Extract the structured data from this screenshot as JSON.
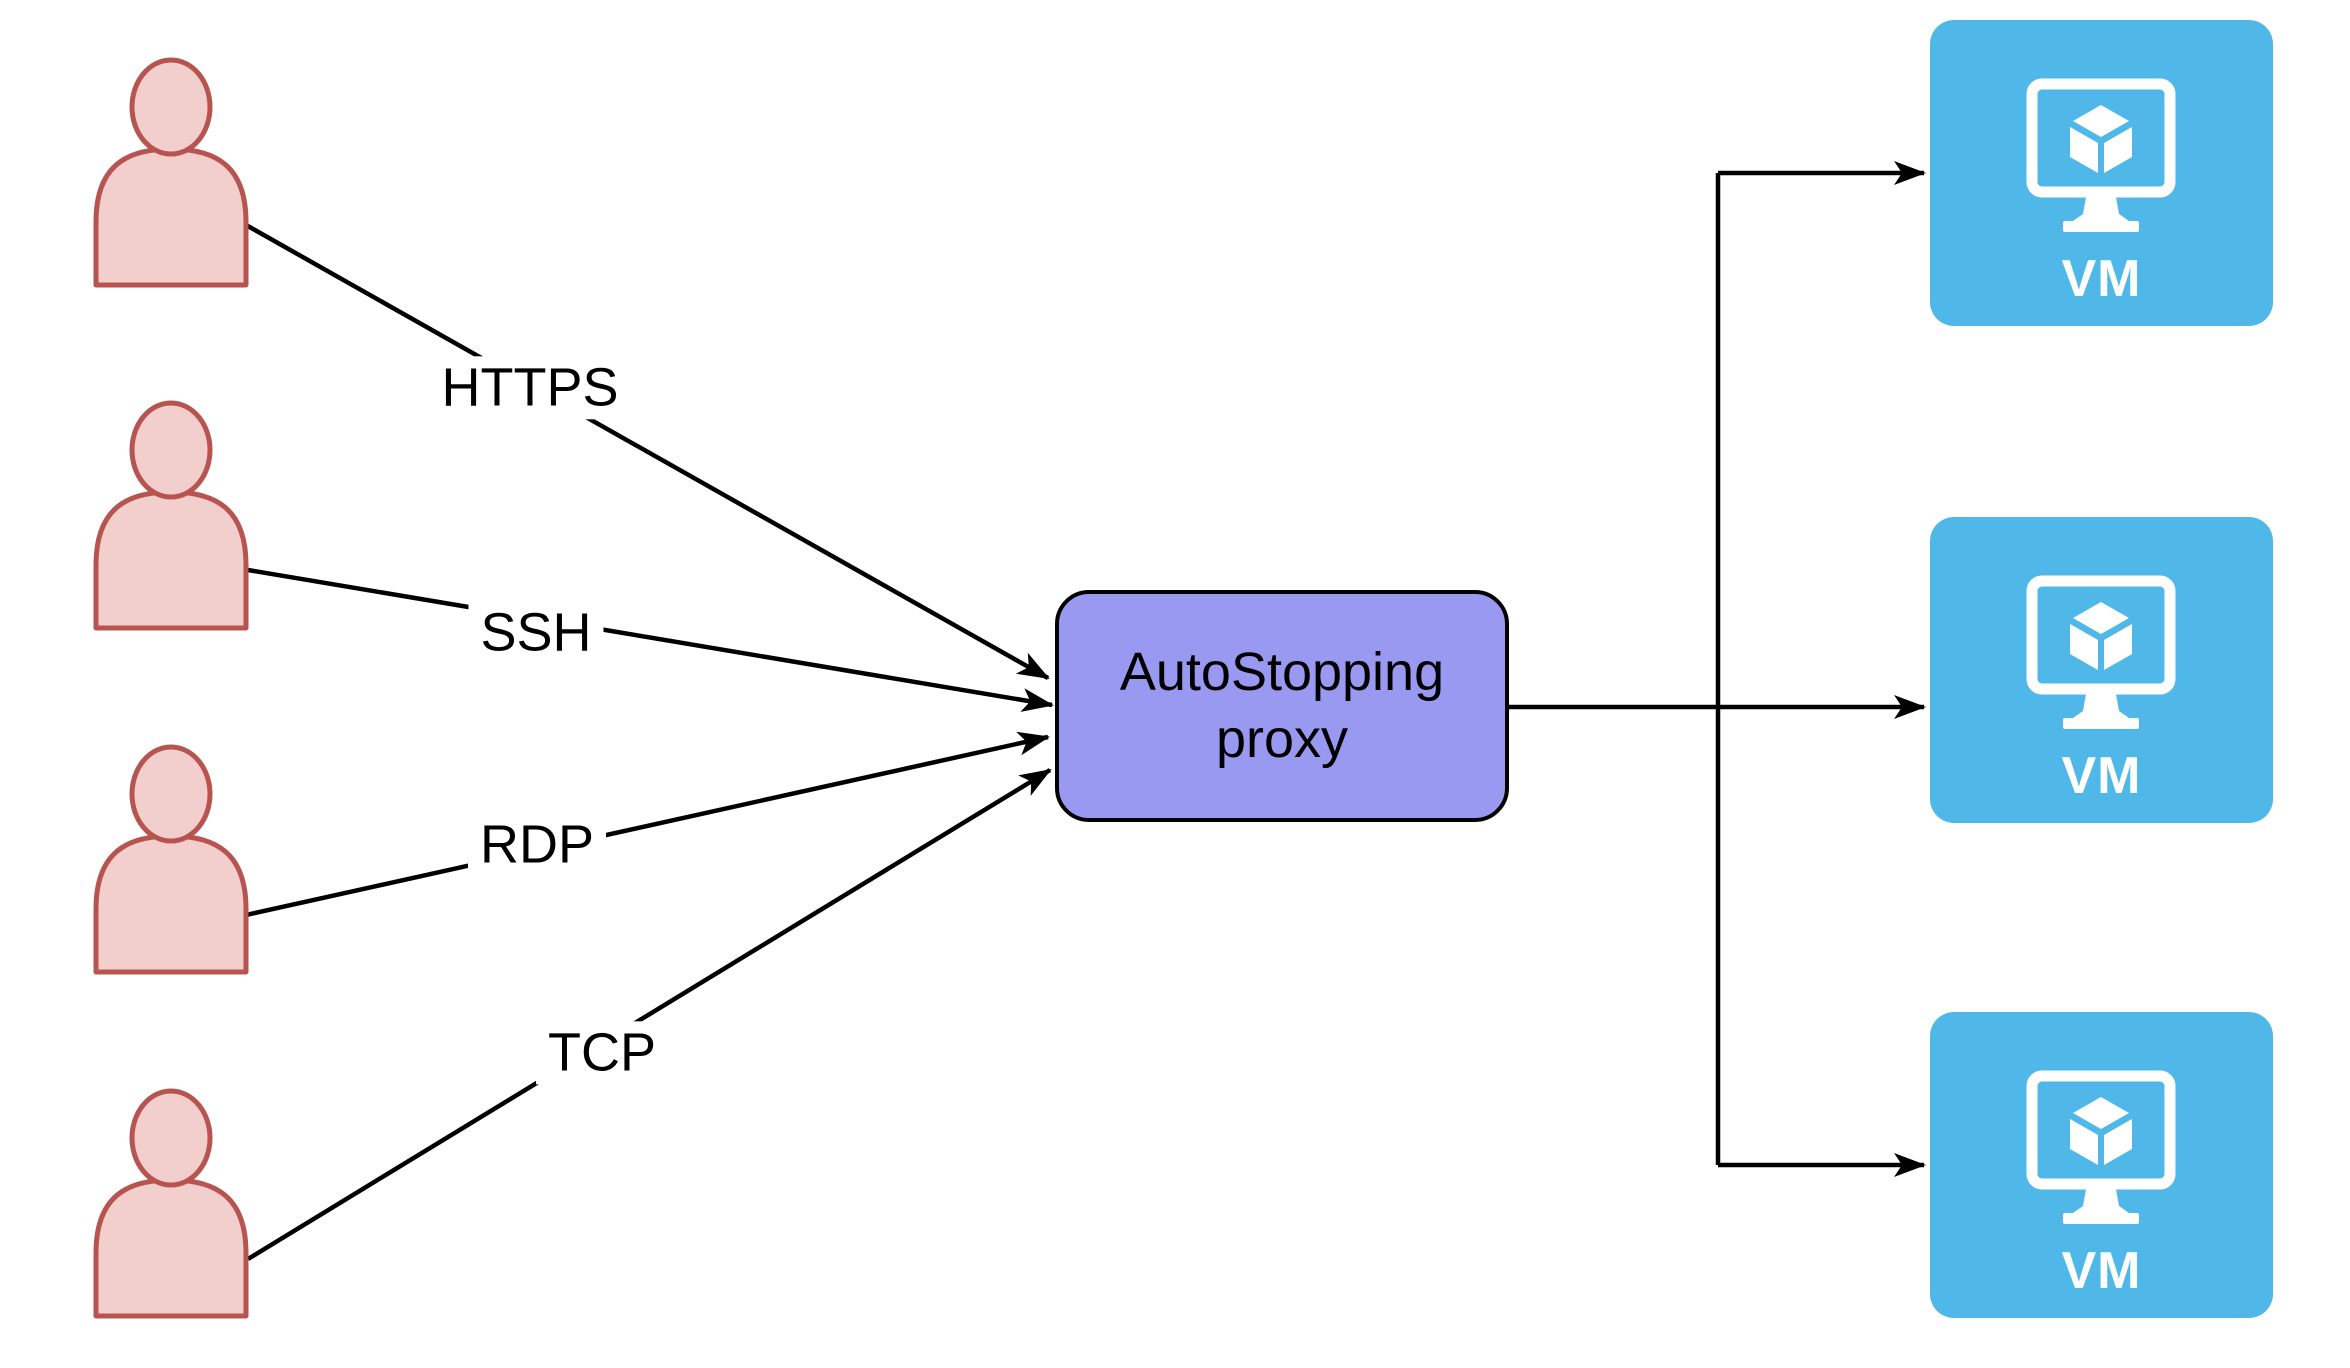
{
  "colors": {
    "line_color": "#000000",
    "person_fill": "#F2CFCC",
    "person_stroke": "#B85450",
    "proxy_fill": "#9999F2",
    "vm_fill": "#50B8E9",
    "vm_icon_color": "#FFFFFF",
    "label_text": "#000000",
    "canvas_bg": "#FFFFFF"
  },
  "icons": {
    "user": "person-icon",
    "vm": "vm-monitor-cube-icon",
    "arrow": "arrowhead-icon"
  },
  "users": [
    {
      "id": "user-1"
    },
    {
      "id": "user-2"
    },
    {
      "id": "user-3"
    },
    {
      "id": "user-4"
    }
  ],
  "connections": [
    {
      "label": "HTTPS"
    },
    {
      "label": "SSH"
    },
    {
      "label": "RDP"
    },
    {
      "label": "TCP"
    }
  ],
  "proxy": {
    "label": "AutoStopping proxy"
  },
  "vms": [
    {
      "label": "VM"
    },
    {
      "label": "VM"
    },
    {
      "label": "VM"
    }
  ]
}
